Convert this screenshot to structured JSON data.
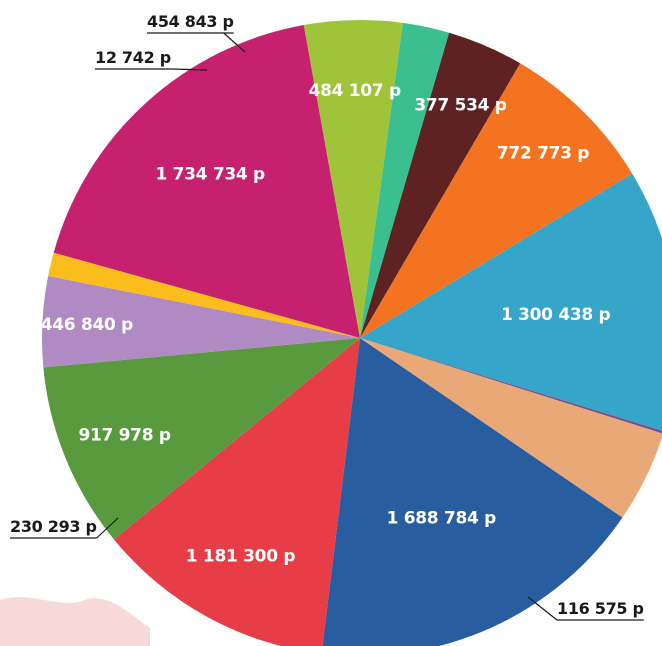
{
  "chart_data": {
    "type": "pie",
    "slices": [
      {
        "label": "1 688 784 р",
        "value": 1688784,
        "color": "#285da0"
      },
      {
        "label": "1 181 300 р",
        "value": 1181300,
        "color": "#e63d46"
      },
      {
        "label": "917 978 р",
        "value": 917978,
        "color": "#5a9a3e"
      },
      {
        "label": "446 840 р",
        "value": 446840,
        "color": "#b08ac2"
      },
      {
        "label": "116 575 р",
        "value": 116575,
        "color": "#fbbd1b"
      },
      {
        "label": "1 734 734 р",
        "value": 1734734,
        "color": "#c6216f"
      },
      {
        "label": "484 107 р",
        "value": 484107,
        "color": "#9fc43a"
      },
      {
        "label": "230 293 р",
        "value": 230293,
        "color": "#3cbf90"
      },
      {
        "label": "377 534 р",
        "value": 377534,
        "color": "#5e2222"
      },
      {
        "label": "772 773 р",
        "value": 772773,
        "color": "#f47320"
      },
      {
        "label": "1 300 438 р",
        "value": 1300438,
        "color": "#35a6c9"
      },
      {
        "label": "12 742 р",
        "value": 12742,
        "color": "#7a4f8d"
      },
      {
        "label": "454 843 р",
        "value": 454843,
        "color": "#e8a878"
      }
    ]
  }
}
